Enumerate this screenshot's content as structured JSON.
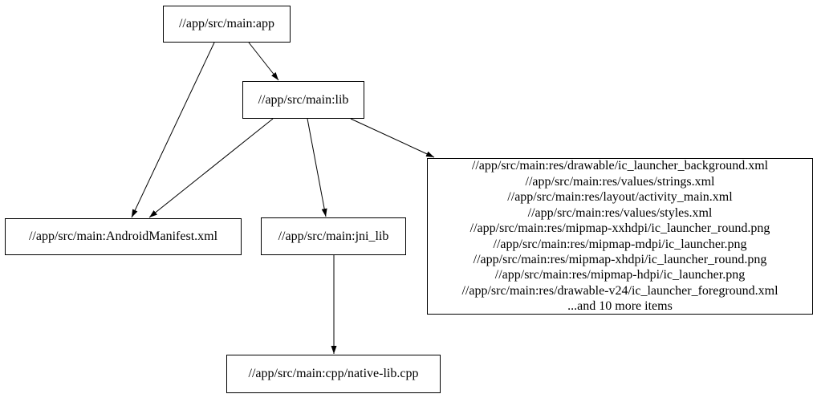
{
  "diagram": {
    "type": "dependency-graph",
    "background_color": "#ffffff",
    "node_border_color": "#000000",
    "edge_color": "#000000",
    "nodes": {
      "app": {
        "label": "//app/src/main:app"
      },
      "lib": {
        "label": "//app/src/main:lib"
      },
      "android_manifest": {
        "label": "//app/src/main:AndroidManifest.xml"
      },
      "jni_lib": {
        "label": "//app/src/main:jni_lib"
      },
      "native_lib_cpp": {
        "label": "//app/src/main:cpp/native-lib.cpp"
      },
      "res_group": {
        "lines": [
          "//app/src/main:res/drawable/ic_launcher_background.xml",
          "//app/src/main:res/values/strings.xml",
          "//app/src/main:res/layout/activity_main.xml",
          "//app/src/main:res/values/styles.xml",
          "//app/src/main:res/mipmap-xxhdpi/ic_launcher_round.png",
          "//app/src/main:res/mipmap-mdpi/ic_launcher.png",
          "//app/src/main:res/mipmap-xhdpi/ic_launcher_round.png",
          "//app/src/main:res/mipmap-hdpi/ic_launcher.png",
          "//app/src/main:res/drawable-v24/ic_launcher_foreground.xml",
          "...and 10 more items"
        ]
      }
    },
    "edges": [
      {
        "from": "app",
        "to": "lib"
      },
      {
        "from": "app",
        "to": "android_manifest"
      },
      {
        "from": "lib",
        "to": "android_manifest"
      },
      {
        "from": "lib",
        "to": "jni_lib"
      },
      {
        "from": "lib",
        "to": "res_group"
      },
      {
        "from": "jni_lib",
        "to": "native_lib_cpp"
      }
    ]
  }
}
